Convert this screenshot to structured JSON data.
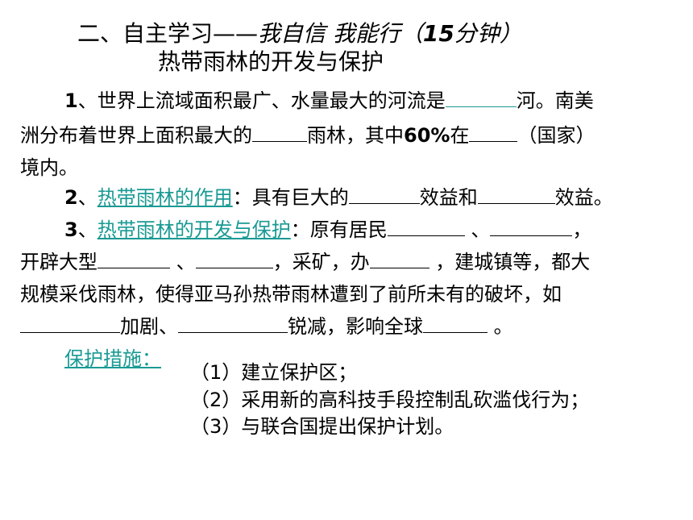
{
  "heading": {
    "prefix": "二、自主学习——",
    "slogan": "我自信 我能行（",
    "minutes": "15",
    "suffix": "分钟）",
    "subtitle": "热带雨林的开发与保护"
  },
  "q1": {
    "num": "1",
    "l1_a": "、世界上流域面积最广、水量最大的河流是",
    "l1_b": "河。南美",
    "l2_a": "洲分布着世界上面积最大的",
    "l2_b": "雨林，其中",
    "l2_pct": "60%",
    "l2_c": "在",
    "l2_d": "（国家）",
    "l3": "境内。"
  },
  "q2": {
    "num": "2",
    "sep": "、",
    "link": "热带雨林的作用",
    "a": "：具有巨大的",
    "b": "效益和",
    "c": "效益。"
  },
  "q3": {
    "num": "3",
    "sep": "、",
    "link": "热带雨林的开发与保护",
    "a": "：原有居民",
    "b": " 、",
    "c": "，",
    "l2_a": "开辟大型",
    "l2_b": " 、",
    "l2_c": "，采矿，办",
    "l2_d": " ，建城镇等，都大",
    "l3": "规模采伐雨林，使得亚马孙热带雨林遭到了前所未有的破坏，如",
    "l4_a": "加剧、",
    "l4_b": "锐减，影响全球",
    "l4_c": " 。"
  },
  "protection": {
    "label": "保护措施：",
    "items": [
      "（1）建立保护区；",
      "（2）采用新的高科技手段控制乱砍滥伐行为；",
      "（3）与联合国提出保护计划。"
    ]
  }
}
